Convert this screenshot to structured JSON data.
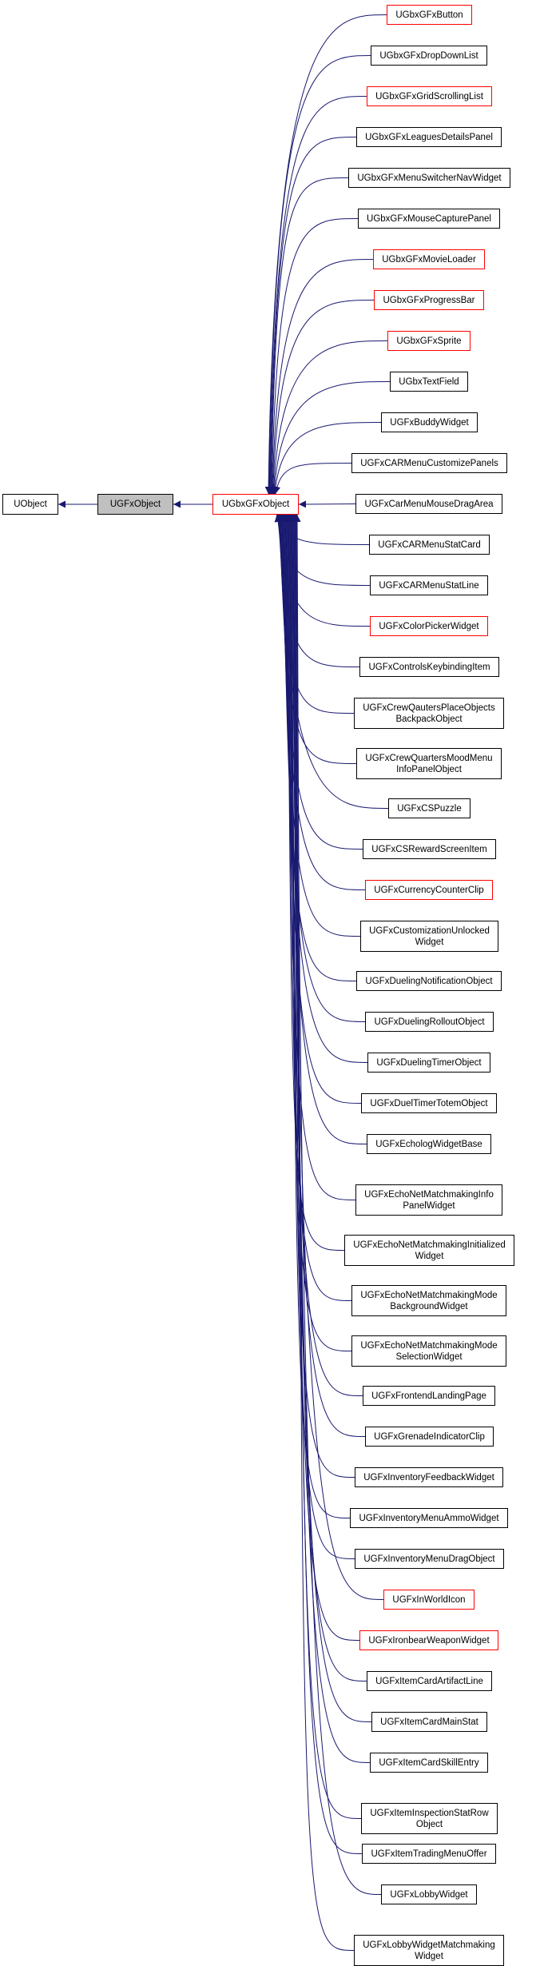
{
  "colors": {
    "edge": "#191970",
    "linked_border": "#ff0000",
    "current_fill": "#c0c0c0"
  },
  "nodes": [
    {
      "id": "uobject",
      "label": "UObject",
      "style": "plain"
    },
    {
      "id": "ugfxobject",
      "label": "UGFxObject",
      "style": "current"
    },
    {
      "id": "ugbxgfxobject",
      "label": "UGbxGFxObject",
      "style": "linked"
    },
    {
      "id": "c0",
      "label": "UGbxGFxButton",
      "style": "linked"
    },
    {
      "id": "c1",
      "label": "UGbxGFxDropDownList",
      "style": "plain"
    },
    {
      "id": "c2",
      "label": "UGbxGFxGridScrollingList",
      "style": "linked"
    },
    {
      "id": "c3",
      "label": "UGbxGFxLeaguesDetailsPanel",
      "style": "plain"
    },
    {
      "id": "c4",
      "label": "UGbxGFxMenuSwitcherNavWidget",
      "style": "plain"
    },
    {
      "id": "c5",
      "label": "UGbxGFxMouseCapturePanel",
      "style": "plain"
    },
    {
      "id": "c6",
      "label": "UGbxGFxMovieLoader",
      "style": "linked"
    },
    {
      "id": "c7",
      "label": "UGbxGFxProgressBar",
      "style": "linked"
    },
    {
      "id": "c8",
      "label": "UGbxGFxSprite",
      "style": "linked"
    },
    {
      "id": "c9",
      "label": "UGbxTextField",
      "style": "plain"
    },
    {
      "id": "c10",
      "label": "UGFxBuddyWidget",
      "style": "plain"
    },
    {
      "id": "c11",
      "label": "UGFxCARMenuCustomizePanels",
      "style": "plain"
    },
    {
      "id": "c12",
      "label": "UGFxCarMenuMouseDragArea",
      "style": "plain"
    },
    {
      "id": "c13",
      "label": "UGFxCARMenuStatCard",
      "style": "plain"
    },
    {
      "id": "c14",
      "label": "UGFxCARMenuStatLine",
      "style": "plain"
    },
    {
      "id": "c15",
      "label": "UGFxColorPickerWidget",
      "style": "linked"
    },
    {
      "id": "c16",
      "label": "UGFxControlsKeybindingItem",
      "style": "plain"
    },
    {
      "id": "c17",
      "label": "UGFxCrewQautersPlaceObjects\nBackpackObject",
      "style": "plain"
    },
    {
      "id": "c18",
      "label": "UGFxCrewQuartersMoodMenu\nInfoPanelObject",
      "style": "plain"
    },
    {
      "id": "c19",
      "label": "UGFxCSPuzzle",
      "style": "plain"
    },
    {
      "id": "c20",
      "label": "UGFxCSRewardScreenItem",
      "style": "plain"
    },
    {
      "id": "c21",
      "label": "UGFxCurrencyCounterClip",
      "style": "linked"
    },
    {
      "id": "c22",
      "label": "UGFxCustomizationUnlocked\nWidget",
      "style": "plain"
    },
    {
      "id": "c23",
      "label": "UGFxDuelingNotificationObject",
      "style": "plain"
    },
    {
      "id": "c24",
      "label": "UGFxDuelingRolloutObject",
      "style": "plain"
    },
    {
      "id": "c25",
      "label": "UGFxDuelingTimerObject",
      "style": "plain"
    },
    {
      "id": "c26",
      "label": "UGFxDuelTimerTotemObject",
      "style": "plain"
    },
    {
      "id": "c27",
      "label": "UGFxEchologWidgetBase",
      "style": "plain"
    },
    {
      "id": "c28",
      "label": "UGFxEchoNetMatchmakingInfo\nPanelWidget",
      "style": "plain"
    },
    {
      "id": "c29",
      "label": "UGFxEchoNetMatchmakingInitialized\nWidget",
      "style": "plain"
    },
    {
      "id": "c30",
      "label": "UGFxEchoNetMatchmakingMode\nBackgroundWidget",
      "style": "plain"
    },
    {
      "id": "c31",
      "label": "UGFxEchoNetMatchmakingMode\nSelectionWidget",
      "style": "plain"
    },
    {
      "id": "c32",
      "label": "UGFxFrontendLandingPage",
      "style": "plain"
    },
    {
      "id": "c33",
      "label": "UGFxGrenadeIndicatorClip",
      "style": "plain"
    },
    {
      "id": "c34",
      "label": "UGFxInventoryFeedbackWidget",
      "style": "plain"
    },
    {
      "id": "c35",
      "label": "UGFxInventoryMenuAmmoWidget",
      "style": "plain"
    },
    {
      "id": "c36",
      "label": "UGFxInventoryMenuDragObject",
      "style": "plain"
    },
    {
      "id": "c37",
      "label": "UGFxInWorldIcon",
      "style": "linked"
    },
    {
      "id": "c38",
      "label": "UGFxIronbearWeaponWidget",
      "style": "linked"
    },
    {
      "id": "c39",
      "label": "UGFxItemCardArtifactLine",
      "style": "plain"
    },
    {
      "id": "c40",
      "label": "UGFxItemCardMainStat",
      "style": "plain"
    },
    {
      "id": "c41",
      "label": "UGFxItemCardSkillEntry",
      "style": "plain"
    },
    {
      "id": "c42",
      "label": "UGFxItemInspectionStatRow\nObject",
      "style": "plain"
    },
    {
      "id": "c43",
      "label": "UGFxItemTradingMenuOffer",
      "style": "plain"
    },
    {
      "id": "c44",
      "label": "UGFxLobbyWidget",
      "style": "plain"
    },
    {
      "id": "c45",
      "label": "UGFxLobbyWidgetMatchmaking\nWidget",
      "style": "plain"
    }
  ],
  "edges": [
    {
      "from": "ugfxobject",
      "to": "uobject"
    },
    {
      "from": "ugbxgfxobject",
      "to": "ugfxobject"
    },
    {
      "from": "c0",
      "to": "ugbxgfxobject"
    },
    {
      "from": "c1",
      "to": "ugbxgfxobject"
    },
    {
      "from": "c2",
      "to": "ugbxgfxobject"
    },
    {
      "from": "c3",
      "to": "ugbxgfxobject"
    },
    {
      "from": "c4",
      "to": "ugbxgfxobject"
    },
    {
      "from": "c5",
      "to": "ugbxgfxobject"
    },
    {
      "from": "c6",
      "to": "ugbxgfxobject"
    },
    {
      "from": "c7",
      "to": "ugbxgfxobject"
    },
    {
      "from": "c8",
      "to": "ugbxgfxobject"
    },
    {
      "from": "c9",
      "to": "ugbxgfxobject"
    },
    {
      "from": "c10",
      "to": "ugbxgfxobject"
    },
    {
      "from": "c11",
      "to": "ugbxgfxobject"
    },
    {
      "from": "c12",
      "to": "ugbxgfxobject"
    },
    {
      "from": "c13",
      "to": "ugbxgfxobject"
    },
    {
      "from": "c14",
      "to": "ugbxgfxobject"
    },
    {
      "from": "c15",
      "to": "ugbxgfxobject"
    },
    {
      "from": "c16",
      "to": "ugbxgfxobject"
    },
    {
      "from": "c17",
      "to": "ugbxgfxobject"
    },
    {
      "from": "c18",
      "to": "ugbxgfxobject"
    },
    {
      "from": "c19",
      "to": "ugbxgfxobject"
    },
    {
      "from": "c20",
      "to": "ugbxgfxobject"
    },
    {
      "from": "c21",
      "to": "ugbxgfxobject"
    },
    {
      "from": "c22",
      "to": "ugbxgfxobject"
    },
    {
      "from": "c23",
      "to": "ugbxgfxobject"
    },
    {
      "from": "c24",
      "to": "ugbxgfxobject"
    },
    {
      "from": "c25",
      "to": "ugbxgfxobject"
    },
    {
      "from": "c26",
      "to": "ugbxgfxobject"
    },
    {
      "from": "c27",
      "to": "ugbxgfxobject"
    },
    {
      "from": "c28",
      "to": "ugbxgfxobject"
    },
    {
      "from": "c29",
      "to": "ugbxgfxobject"
    },
    {
      "from": "c30",
      "to": "ugbxgfxobject"
    },
    {
      "from": "c31",
      "to": "ugbxgfxobject"
    },
    {
      "from": "c32",
      "to": "ugbxgfxobject"
    },
    {
      "from": "c33",
      "to": "ugbxgfxobject"
    },
    {
      "from": "c34",
      "to": "ugbxgfxobject"
    },
    {
      "from": "c35",
      "to": "ugbxgfxobject"
    },
    {
      "from": "c36",
      "to": "ugbxgfxobject"
    },
    {
      "from": "c37",
      "to": "ugbxgfxobject"
    },
    {
      "from": "c38",
      "to": "ugbxgfxobject"
    },
    {
      "from": "c39",
      "to": "ugbxgfxobject"
    },
    {
      "from": "c40",
      "to": "ugbxgfxobject"
    },
    {
      "from": "c41",
      "to": "ugbxgfxobject"
    },
    {
      "from": "c42",
      "to": "ugbxgfxobject"
    },
    {
      "from": "c43",
      "to": "ugbxgfxobject"
    },
    {
      "from": "c44",
      "to": "ugbxgfxobject"
    },
    {
      "from": "c45",
      "to": "ugbxgfxobject"
    }
  ]
}
